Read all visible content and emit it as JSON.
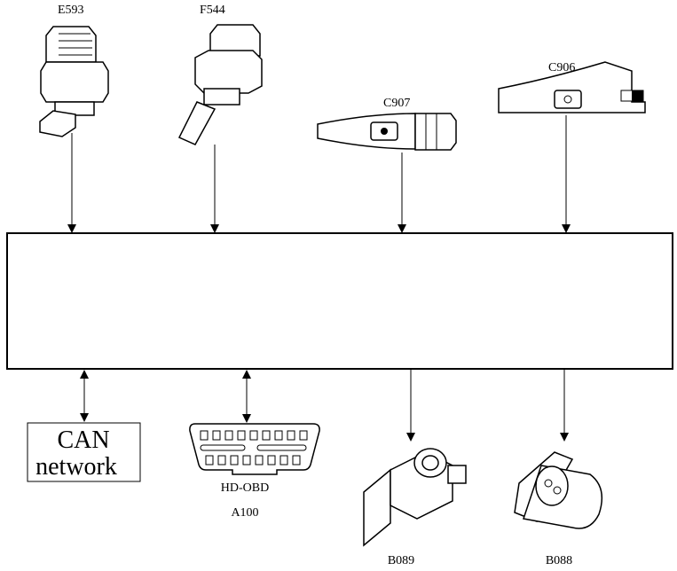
{
  "components_top": [
    {
      "id": "E593"
    },
    {
      "id": "F544"
    },
    {
      "id": "C907"
    },
    {
      "id": "C906"
    }
  ],
  "components_bottom": {
    "can": {
      "line1": "CAN",
      "line2": "network"
    },
    "obd": {
      "name": "HD-OBD",
      "id": "A100"
    },
    "b089": {
      "id": "B089"
    },
    "b088": {
      "id": "B088"
    }
  },
  "colors": {
    "line": "#000000",
    "background": "#ffffff"
  }
}
